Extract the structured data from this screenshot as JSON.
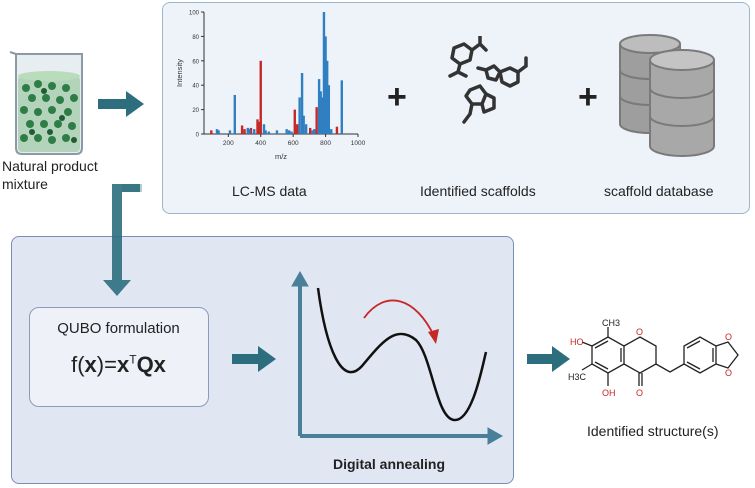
{
  "labels": {
    "mixture": [
      "Natural product",
      "mixture"
    ],
    "lcms": "LC-MS data",
    "scaffolds": "Identified scaffolds",
    "database": "scaffold database",
    "qubo_title": "QUBO formulation",
    "qubo_formula": {
      "lhs": "f(",
      "x1": "x",
      "mid": ")=",
      "x2": "x",
      "sup": "T",
      "qx": "Qx"
    },
    "annealing": "Digital annealing",
    "structure": "Identified structure(s)",
    "plus": "+"
  },
  "molecule_atoms": {
    "oh_top": "HO",
    "ch3_top": "CH3",
    "o_ring": "O",
    "h3c": "H3C",
    "oh_bottom": "OH",
    "o_ketone": "O",
    "o_diox_1": "O",
    "o_diox_2": "O"
  },
  "chart_data": {
    "type": "bar",
    "xlabel": "m/z",
    "ylabel": "Intensity",
    "xlim": [
      50,
      1000
    ],
    "ylim": [
      0,
      100
    ],
    "xticks": [
      200,
      400,
      600,
      800,
      1000
    ],
    "yticks": [
      0,
      20,
      40,
      60,
      80,
      100
    ],
    "series": [
      {
        "color": "#c62828",
        "x": [
          95,
          285,
          300,
          340,
          380,
          390,
          400,
          610,
          625,
          705,
          745,
          765,
          870
        ],
        "values": [
          3,
          7,
          4,
          5,
          12,
          10,
          60,
          20,
          8,
          5,
          22,
          12,
          6
        ]
      },
      {
        "color": "#2f7fc1",
        "x": [
          130,
          140,
          210,
          240,
          320,
          330,
          360,
          420,
          430,
          450,
          500,
          560,
          575,
          590,
          640,
          655,
          665,
          680,
          720,
          730,
          760,
          770,
          780,
          790,
          800,
          810,
          820,
          835,
          900
        ],
        "values": [
          4,
          3,
          3,
          32,
          5,
          4,
          4,
          8,
          3,
          2,
          3,
          4,
          3,
          2,
          30,
          50,
          15,
          8,
          3,
          4,
          45,
          35,
          30,
          100,
          80,
          60,
          40,
          4,
          44
        ]
      }
    ]
  },
  "colors": {
    "arrow": "#2c6e7e",
    "accent_red": "#c62828",
    "accent_blue": "#2f7fc1",
    "cylinder": "#a8a8a8"
  }
}
